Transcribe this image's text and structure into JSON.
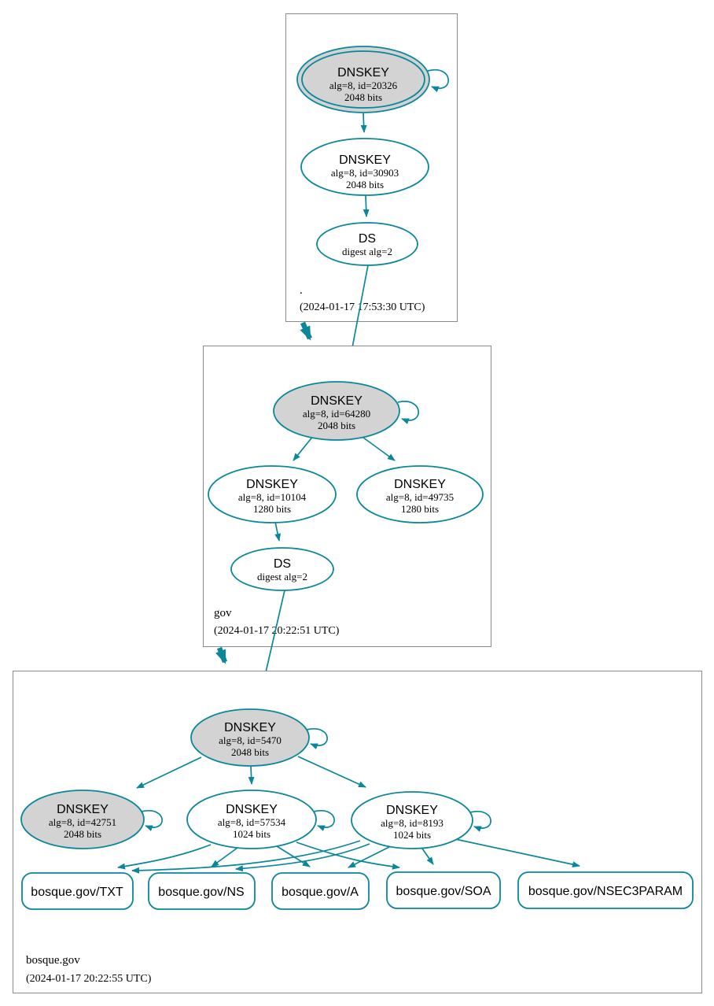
{
  "colors": {
    "secure_edge": "#0a879a",
    "key_highlight_fill": "#d3d3d3",
    "node_fill": "#ffffff",
    "box_border": "#8b8b8b",
    "text": "#000000"
  },
  "zones": [
    {
      "label": ".",
      "timestamp": "(2024-01-17 17:53:30 UTC)",
      "ksk": {
        "title": "DNSKEY",
        "detail1": "alg=8, id=20326",
        "detail2": "2048 bits"
      },
      "zsk": {
        "title": "DNSKEY",
        "detail1": "alg=8, id=30903",
        "detail2": "2048 bits"
      },
      "ds": {
        "title": "DS",
        "detail1": "digest alg=2"
      }
    },
    {
      "label": "gov",
      "timestamp": "(2024-01-17 20:22:51 UTC)",
      "ksk": {
        "title": "DNSKEY",
        "detail1": "alg=8, id=64280",
        "detail2": "2048 bits"
      },
      "zsk1": {
        "title": "DNSKEY",
        "detail1": "alg=8, id=10104",
        "detail2": "1280 bits"
      },
      "zsk2": {
        "title": "DNSKEY",
        "detail1": "alg=8, id=49735",
        "detail2": "1280 bits"
      },
      "ds": {
        "title": "DS",
        "detail1": "digest alg=2"
      }
    },
    {
      "label": "bosque.gov",
      "timestamp": "(2024-01-17 20:22:55 UTC)",
      "ksk": {
        "title": "DNSKEY",
        "detail1": "alg=8, id=5470",
        "detail2": "2048 bits"
      },
      "key42751": {
        "title": "DNSKEY",
        "detail1": "alg=8, id=42751",
        "detail2": "2048 bits"
      },
      "key57534": {
        "title": "DNSKEY",
        "detail1": "alg=8, id=57534",
        "detail2": "1024 bits"
      },
      "key8193": {
        "title": "DNSKEY",
        "detail1": "alg=8, id=8193",
        "detail2": "1024 bits"
      },
      "rrsets": [
        {
          "label": "bosque.gov/TXT"
        },
        {
          "label": "bosque.gov/NS"
        },
        {
          "label": "bosque.gov/A"
        },
        {
          "label": "bosque.gov/SOA"
        },
        {
          "label": "bosque.gov/NSEC3PARAM"
        }
      ]
    }
  ]
}
